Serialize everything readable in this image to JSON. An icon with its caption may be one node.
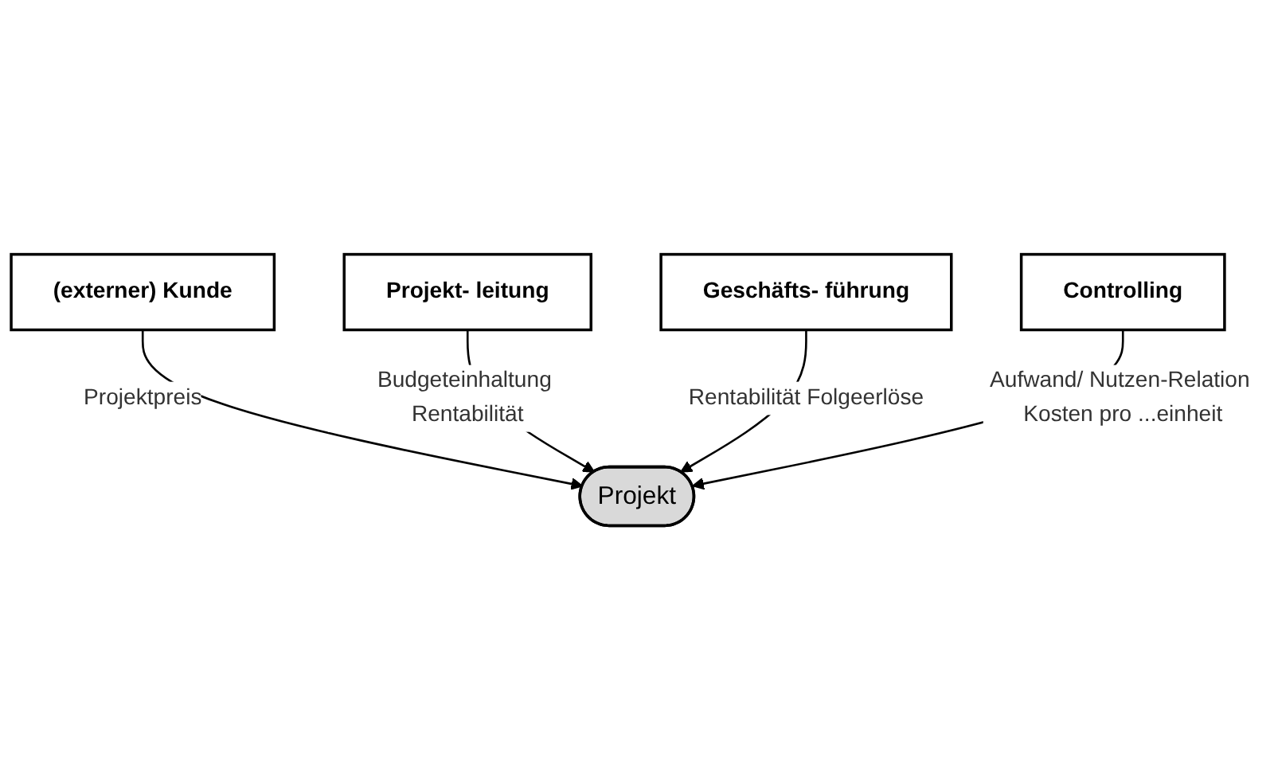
{
  "diagram": {
    "nodes": [
      {
        "text": [
          "(externer) Kunde"
        ]
      },
      {
        "text": [
          "Projekt- leitung"
        ]
      },
      {
        "text": [
          "Projekt"
        ]
      },
      {
        "text": [
          "Geschäfts- führung"
        ]
      },
      {
        "text": [
          "Controlling"
        ]
      }
    ],
    "edges": [
      {
        "from": 0,
        "to": 2,
        "arrow": "to",
        "label": "Projektpreis"
      },
      {
        "from": 1,
        "to": 2,
        "arrow": "to",
        "label": "Budgeteinhaltung Rentabilität"
      },
      {
        "from": 3,
        "to": 2,
        "arrow": "to",
        "label": "Rentabilität Folgeerlöse"
      },
      {
        "from": 4,
        "to": 2,
        "arrow": "to",
        "label": "Aufwand/ Nutzen-Relation Kosten pro ...einheit"
      }
    ]
  }
}
